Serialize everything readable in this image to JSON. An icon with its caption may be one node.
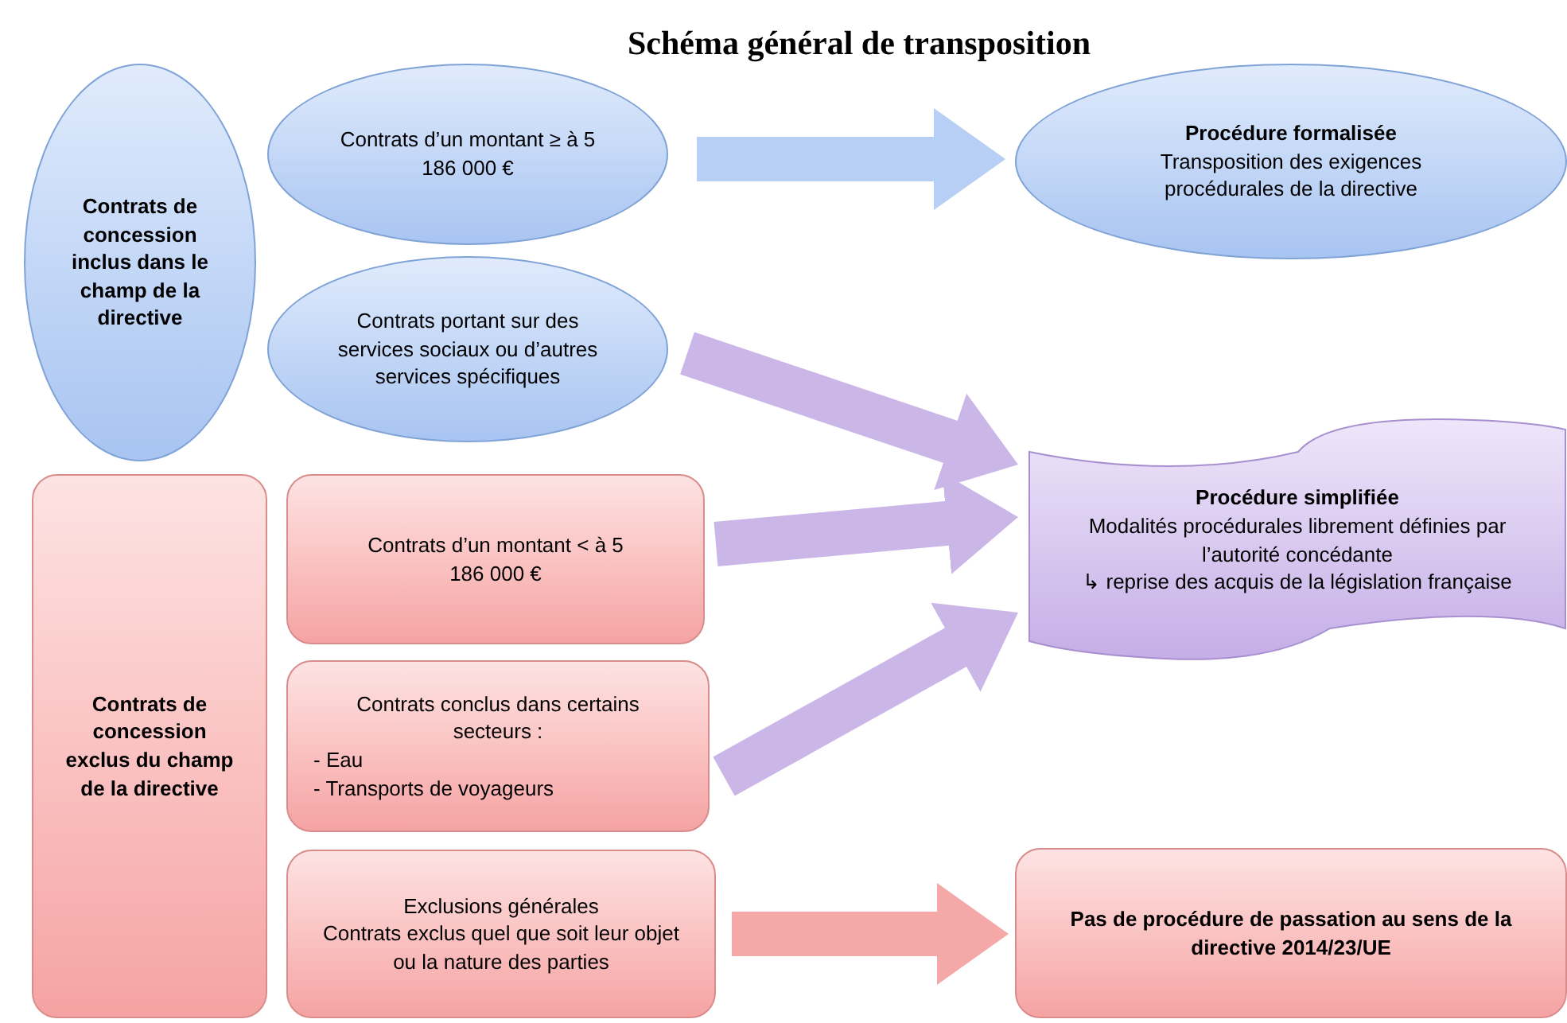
{
  "diagram": {
    "title": "Schéma général de transposition",
    "nodes": [
      {
        "text": [
          "Contrats de concession inclus dans le champ de la directive"
        ]
      },
      {
        "text": [
          "Contrats d’un montant ≥ à 5 186 000 €"
        ]
      },
      {
        "text": [
          "Contrats portant sur des services sociaux ou d’autres services spécifiques"
        ]
      },
      {
        "text": [
          "Procédure formalisée",
          "Transposition des exigences procédurales de la directive"
        ]
      },
      {
        "text": [
          "Contrats de concession exclus du champ de la directive"
        ]
      },
      {
        "text": [
          "Contrats d’un montant < à 5 186 000 €"
        ]
      },
      {
        "text": [
          "Contrats conclus dans certains secteurs :",
          "- Eau",
          "- Transports de voyageurs"
        ]
      },
      {
        "text": [
          "Exclusions générales",
          "Contrats exclus quel que soit leur objet ou la nature des parties"
        ]
      },
      {
        "text": [
          "Procédure simplifiée",
          "Modalités procédurales librement définies par l’autorité concédante",
          "↳ reprise des acquis de la législation française"
        ]
      },
      {
        "text": [
          "Pas de procédure de passation au sens de la directive 2014/23/UE"
        ]
      }
    ],
    "edges": [
      {
        "from": 1,
        "to": 3,
        "arrow": "to",
        "color": "#b7cff4"
      },
      {
        "from": 2,
        "to": 8,
        "arrow": "to"
      },
      {
        "from": 5,
        "to": 8,
        "arrow": "to"
      },
      {
        "from": 6,
        "to": 8,
        "arrow": "to"
      },
      {
        "from": 7,
        "to": 9,
        "arrow": "to",
        "color": "#f5a8a8"
      }
    ]
  }
}
